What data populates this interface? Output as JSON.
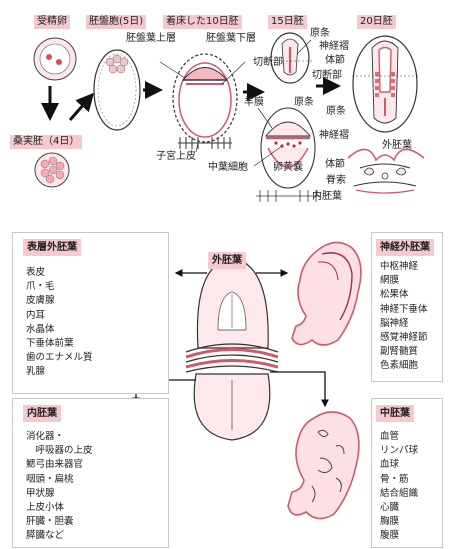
{
  "stages": {
    "fertilized_egg": "受精卵",
    "morula": "桑実胚（4日）",
    "blastocyst": "胚盤胞(5日)",
    "implanted": "着床した10日胚",
    "day15": "15日胚",
    "day20": "20日胚"
  },
  "labels": {
    "epiblast": "胚盤葉上層",
    "hypoblast": "胚盤葉下層",
    "uterine_epithelium": "子宮上皮",
    "primitive_streak_15": "原条",
    "cut_plane_15": "切断部",
    "neural_fold": "神経褶",
    "somite": "体節",
    "cut_plane_20": "切断部",
    "primitive_streak_20": "原条",
    "amnion": "羊膜",
    "primitive_streak_cs": "原条",
    "mesoderm_cells": "中葉細胞",
    "yolk_sac": "卵黄嚢",
    "neural_fold_cs": "神経褶",
    "ectoderm_cs": "外胚葉",
    "somite_cs": "体節",
    "notochord": "脊索",
    "endoderm_cs": "内胚葉"
  },
  "center_label": "外胚葉",
  "surface_ectoderm": {
    "title": "表層外胚葉",
    "items": [
      "表皮",
      "爪・毛",
      "皮膚腺",
      "内耳",
      "水晶体",
      "下垂体前葉",
      "歯のエナメル質",
      "乳腺"
    ]
  },
  "neuroectoderm": {
    "title": "神経外胚葉",
    "items": [
      "中枢神経",
      "網膜",
      "松果体",
      "神経下垂体",
      "脳神経",
      "感覚神経節",
      "副腎髄質",
      "色素細胞"
    ]
  },
  "endoderm": {
    "title": "内胚葉",
    "items": [
      "消化器・",
      "　呼吸器の上皮",
      "鰓弓由来器官",
      "咽頭・扁桃",
      "甲状腺",
      "上皮小体",
      "肝臓・胆嚢",
      "膵臓など"
    ]
  },
  "mesoderm": {
    "title": "中胚葉",
    "items": [
      "血管",
      "リンパ球",
      "血球",
      "骨・筋",
      "結合組織",
      "心臓",
      "胸膜",
      "腹膜"
    ]
  }
}
